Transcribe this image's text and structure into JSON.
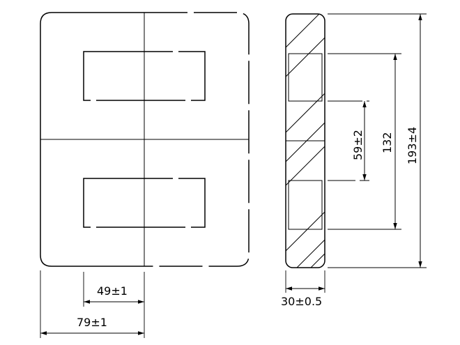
{
  "drawing": {
    "front_view": {
      "dim_inner_width": "49±1",
      "dim_outer_width": "79±1"
    },
    "side_view": {
      "dim_thickness": "30±0.5",
      "dim_center_leg": "59±2",
      "dim_window_span": "132",
      "dim_total_height": "193±4"
    }
  }
}
